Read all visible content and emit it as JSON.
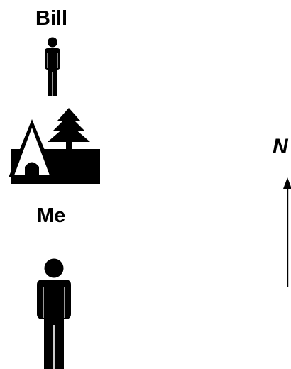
{
  "labels": {
    "bill": "Bill",
    "me": "Me",
    "north": "N"
  },
  "icons": {
    "bill_figure": "person-icon",
    "campsite": "tent-and-tree-icon",
    "me_figure": "person-icon",
    "north_arrow": "arrow-up-icon"
  },
  "colors": {
    "ink": "#000000",
    "background": "#ffffff"
  }
}
